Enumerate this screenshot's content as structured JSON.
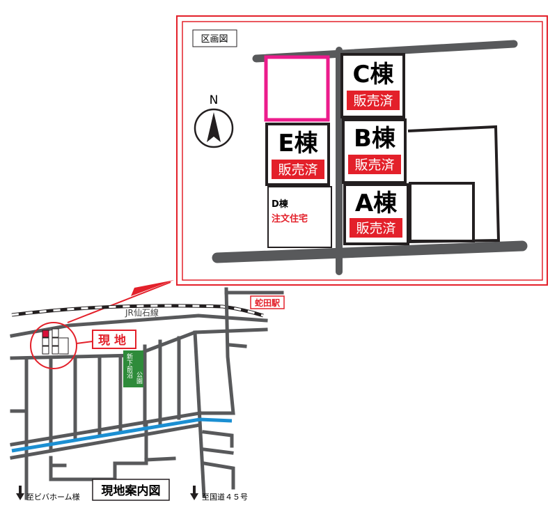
{
  "inset": {
    "title": "区画図",
    "north": "N",
    "lots": [
      {
        "name": "C棟",
        "status": "販売済"
      },
      {
        "name": "E棟",
        "status": "販売済"
      },
      {
        "name": "B棟",
        "status": "販売済"
      },
      {
        "name": "A棟",
        "status": "販売済"
      },
      {
        "name": "D棟",
        "status": "注文住宅"
      }
    ]
  },
  "map": {
    "title": "現地案内図",
    "site_label": "現地",
    "railway": "JR仙石線",
    "station": "蛇田駅",
    "park_col1": "新下前沼",
    "park_col2": "公園",
    "direction_left": "至ビバホーム様",
    "direction_right": "至国道４５号"
  },
  "colors": {
    "red": "#e3202a",
    "magenta": "#ec1c8c",
    "road": "#58595b",
    "park": "#2e8b3a",
    "river": "#1b8fd2"
  }
}
